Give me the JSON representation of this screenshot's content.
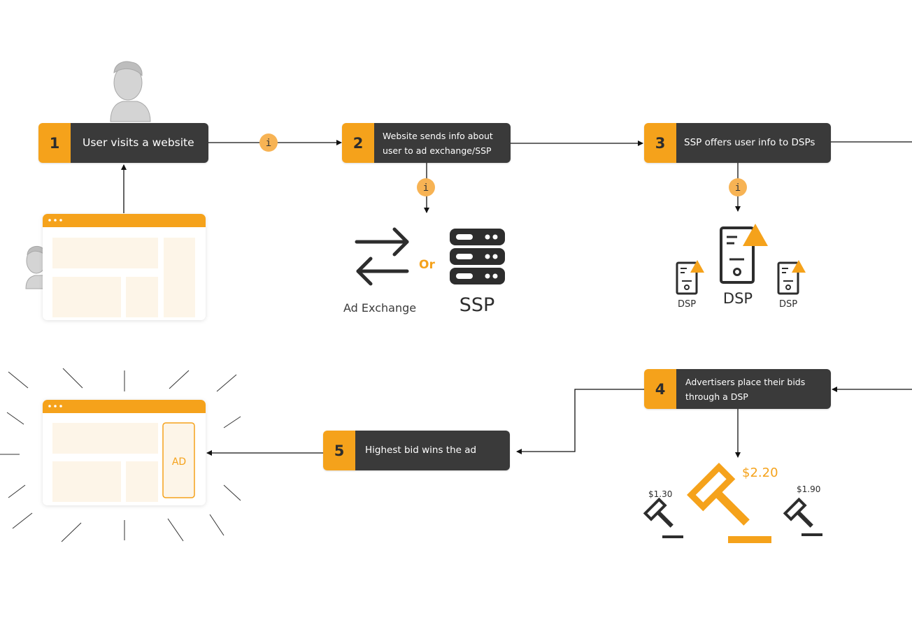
{
  "steps": [
    {
      "num": "1",
      "label": "User visits a website"
    },
    {
      "num": "2",
      "label": "Website sends info about\nuser to ad exchange/SSP"
    },
    {
      "num": "3",
      "label": "SSP offers user info to DSPs"
    },
    {
      "num": "4",
      "label": "Advertisers place their bids\nthrough a DSP"
    },
    {
      "num": "5",
      "label": "Highest bid wins the ad"
    }
  ],
  "info_badge": "i",
  "ad_exchange_label": "Ad Exchange",
  "or_label": "Or",
  "ssp_label": "SSP",
  "dsp_labels": [
    "DSP",
    "DSP",
    "DSP"
  ],
  "ad_label": "AD",
  "bids": [
    "$1.30",
    "$2.20",
    "$1.90"
  ],
  "colors": {
    "accent": "#f5a21b",
    "dark": "#3a3a3a",
    "light_panel": "#fdf5e8"
  }
}
